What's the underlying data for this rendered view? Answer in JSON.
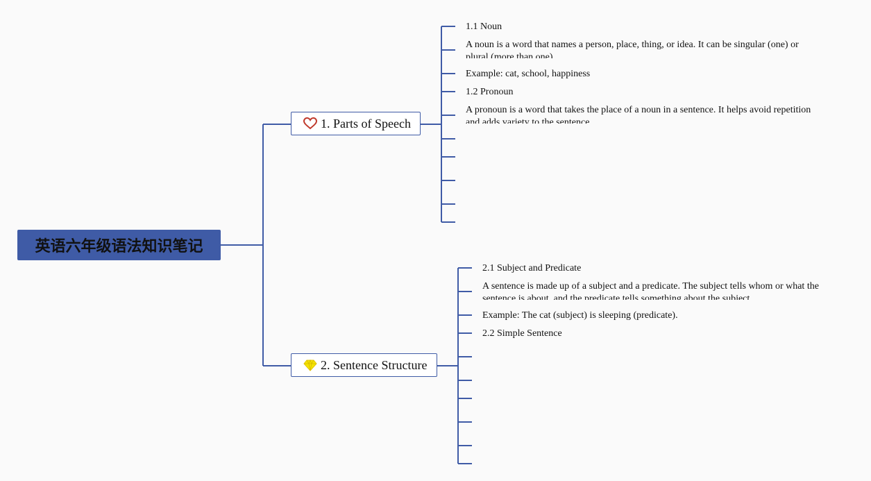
{
  "root": {
    "title": "英语六年级语法知识笔记"
  },
  "branches": [
    {
      "label": "1. Parts of Speech",
      "icon": "heart-icon",
      "leaves": [
        "1.1 Noun",
        "A noun is a word that names a person, place, thing, or idea. It can be singular (one) or plural (more than one).",
        "Example: cat, school, happiness",
        "1.2 Pronoun",
        "A pronoun is a word that takes the place of a noun in a sentence. It helps avoid repetition and adds variety to the sentence."
      ]
    },
    {
      "label": "2. Sentence Structure",
      "icon": "diamond-icon",
      "leaves": [
        "2.1 Subject and Predicate",
        "A sentence is made up of a subject and a predicate. The subject tells whom or what the sentence is about, and the predicate tells something about the subject.",
        "Example: The cat (subject) is sleeping (predicate).",
        "2.2 Simple Sentence"
      ]
    }
  ],
  "colors": {
    "accent": "#3f5ba6",
    "heart": "#c0392b",
    "diamond": "#f5e500"
  }
}
